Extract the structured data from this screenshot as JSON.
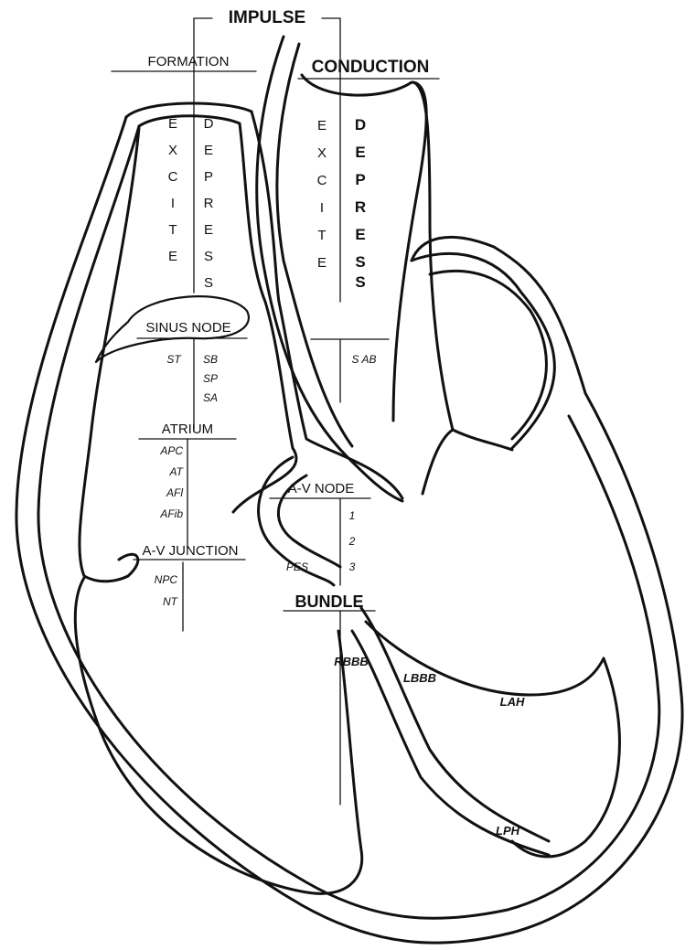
{
  "diagram": {
    "title": "IMPULSE",
    "headings": {
      "formation": "FORMATION",
      "conduction": "CONDUCTION"
    },
    "formation_excite": [
      "E",
      "X",
      "C",
      "I",
      "T",
      "E"
    ],
    "formation_depress": [
      "D",
      "E",
      "P",
      "R",
      "E",
      "S",
      "S"
    ],
    "conduction_excite": [
      "E",
      "X",
      "C",
      "I",
      "T",
      "E"
    ],
    "conduction_depress": [
      "D",
      "E",
      "P",
      "R",
      "E",
      "S",
      "S"
    ],
    "sinus_node": {
      "label": "SINUS NODE",
      "left": [
        "ST"
      ],
      "right": [
        "SB",
        "SP",
        "SA"
      ]
    },
    "sa_block": "S AB",
    "atrium": {
      "label": "ATRIUM",
      "items": [
        "APC",
        "AT",
        "AFl",
        "AFib"
      ]
    },
    "av_junction": {
      "label": "A-V JUNCTION",
      "items": [
        "NPC",
        "NT"
      ]
    },
    "av_node": {
      "label": "A-V NODE",
      "degrees": [
        "1",
        "2",
        "3"
      ],
      "pes": "PES"
    },
    "bundle": {
      "label": "BUNDLE",
      "branches": [
        "RBBB",
        "LBBB",
        "LAH",
        "LPH"
      ]
    }
  }
}
